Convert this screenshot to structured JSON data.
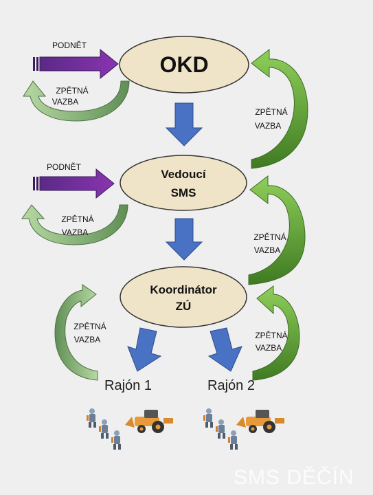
{
  "nodes": {
    "okd": "OKD",
    "vedouci_line1": "Vedoucí",
    "vedouci_line2": "SMS",
    "koord_line1": "Koordinátor",
    "koord_line2": "ZÚ"
  },
  "labels": {
    "podnet": "PODNĚT",
    "zpetna": "ZPĚTNÁ",
    "vazba": "VAZBA"
  },
  "rajony": [
    "Rajón 1",
    "Rajón 2"
  ],
  "watermark": "SMS DĚČÍN",
  "colors": {
    "node_fill": "#efe4c8",
    "node_stroke": "#333333",
    "down_arrow": "#4a72c4",
    "input_arrow": "#7b2f9e",
    "feedback_green": "#7ab648",
    "feedback_green_dark": "#4f8a2c",
    "feedback_pale": "#9cc38a"
  }
}
